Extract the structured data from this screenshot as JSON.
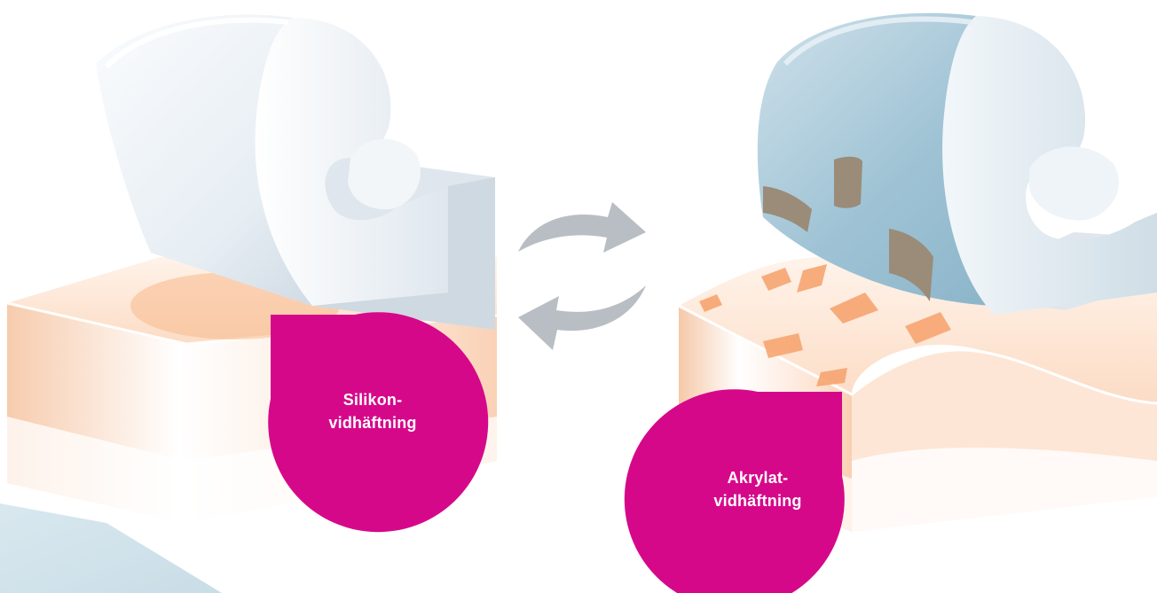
{
  "colors": {
    "badge": "#d6088a",
    "skin": "#fbd9c2",
    "skin_spot": "#f7ba8f",
    "arrow": "#b9bec4",
    "left_tape": "#e9eef3",
    "right_tape": "#9fc3d5",
    "corner_panel": "#d3e4ec"
  },
  "icons": {
    "exchange": "two-curved-arrows-icon"
  },
  "left_badge": {
    "line1": "Silikon-",
    "line2": "vidhäftning"
  },
  "right_badge": {
    "line1": "Akrylat-",
    "line2": "vidhäftning"
  }
}
